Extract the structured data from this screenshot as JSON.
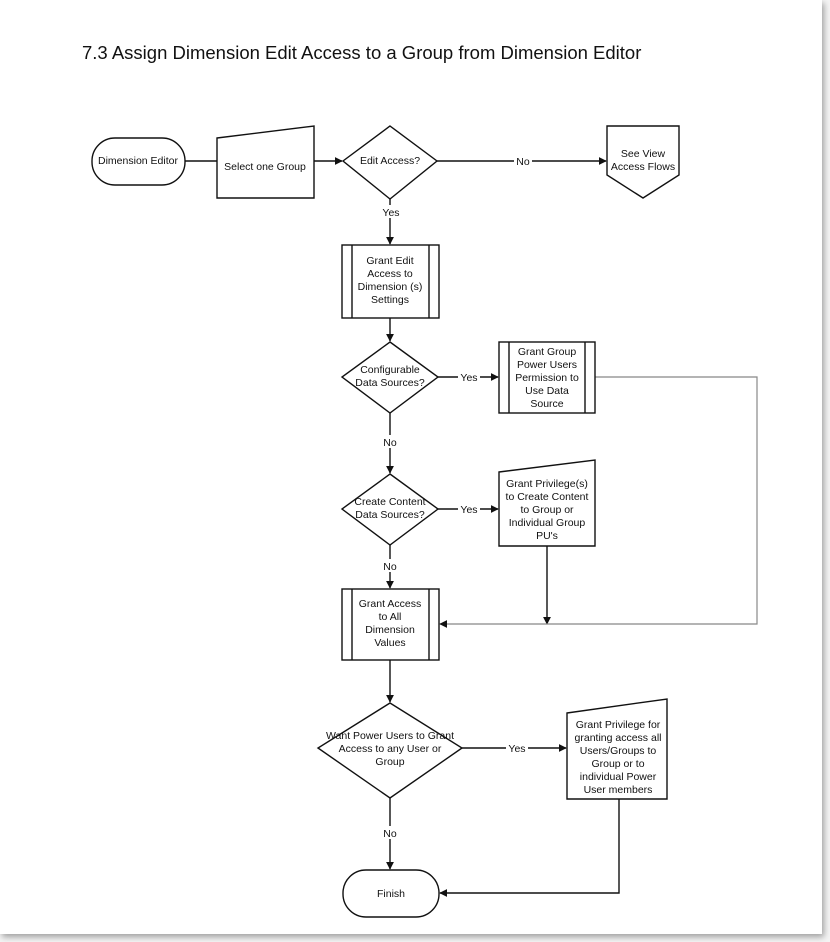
{
  "title": "7.3  Assign Dimension Edit Access to a Group from Dimension Editor",
  "nodes": {
    "dimension_editor": [
      "Dimension Editor"
    ],
    "select_group": [
      "Select one  Group"
    ],
    "edit_access": [
      "Edit Access?"
    ],
    "see_view": [
      "See View",
      "Access Flows"
    ],
    "grant_edit": [
      "Grant Edit",
      "Access to",
      "Dimension (s)",
      "Settings"
    ],
    "configurable": [
      "Configurable",
      "Data Sources?"
    ],
    "grant_group_pu": [
      "Grant Group",
      "Power Users",
      "Permission to",
      "Use Data",
      "Source"
    ],
    "create_content": [
      "Create Content",
      "Data Sources?"
    ],
    "grant_privileges": [
      "Grant Privilege(s)",
      "to Create Content",
      "to Group or",
      "Individual Group",
      "PU's"
    ],
    "grant_access_all": [
      "Grant Access",
      "to All",
      "Dimension",
      "Values"
    ],
    "want_pu": [
      "Want Power Users to Grant",
      "Access to any User or",
      "Group"
    ],
    "grant_privilege_granting": [
      "Grant Privilege for",
      "granting access all",
      "Users/Groups to",
      "Group or to",
      "individual Power",
      "User members"
    ],
    "finish": [
      "Finish"
    ]
  },
  "edge_labels": {
    "no": "No",
    "yes": "Yes"
  },
  "colors": {
    "stroke": "#111111",
    "gray_line": "#888888",
    "background": "#ffffff"
  }
}
